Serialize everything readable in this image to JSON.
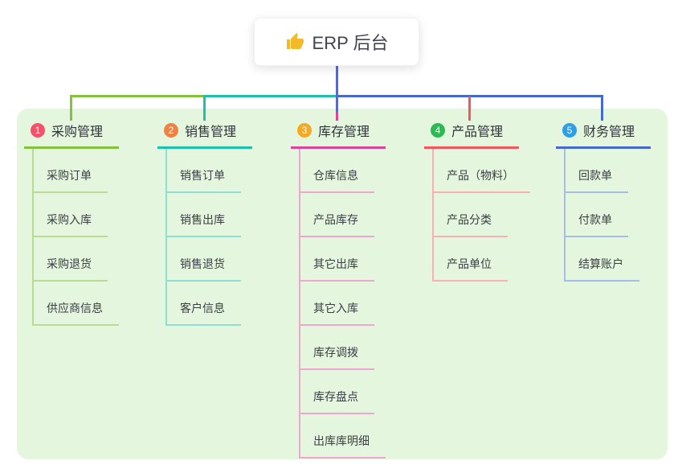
{
  "root": {
    "title": "ERP 后台",
    "icon": "thumb-up-icon"
  },
  "colors": {
    "panel_background": "#e5f6df",
    "root_connector": "#5b6ac0",
    "node_text": "#3a3f44",
    "header_text": "#2f3338"
  },
  "branches": [
    {
      "index": "1",
      "label": "采购管理",
      "line_color": "#84c23e",
      "child_line_color": "#b9dc92",
      "badge_color": "#f4516c",
      "children": [
        "采购订单",
        "采购入库",
        "采购退货",
        "供应商信息"
      ]
    },
    {
      "index": "2",
      "label": "销售管理",
      "line_color": "#1fbfae",
      "child_line_color": "#8eded6",
      "badge_color": "#ee8245",
      "children": [
        "销售订单",
        "销售出库",
        "销售退货",
        "客户信息"
      ]
    },
    {
      "index": "3",
      "label": "库存管理",
      "line_color": "#d9459c",
      "child_line_color": "#efa5cf",
      "badge_color": "#f6a922",
      "children": [
        "仓库信息",
        "产品库存",
        "其它出库",
        "其它入库",
        "库存调拨",
        "库存盘点",
        "出库库明细"
      ]
    },
    {
      "index": "4",
      "label": "产品管理",
      "line_color": "#f4565f",
      "child_line_color": "#fab0b3",
      "badge_color": "#2cba52",
      "children": [
        "产品（物料）",
        "产品分类",
        "产品单位"
      ]
    },
    {
      "index": "5",
      "label": "财务管理",
      "line_color": "#4569cd",
      "child_line_color": "#a8bce8",
      "badge_color": "#2f9fe5",
      "children": [
        "回款单",
        "付款单",
        "结算账户"
      ]
    }
  ]
}
